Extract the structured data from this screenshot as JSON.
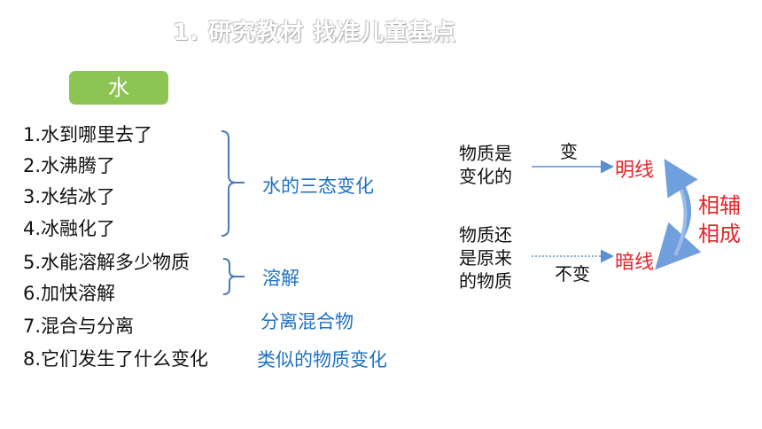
{
  "header": {
    "title": "1. 研究教材 找准儿童基点"
  },
  "topic": {
    "label": "水"
  },
  "lessons": [
    "1.水到哪里去了",
    "2.水沸腾了",
    "3.水结冰了",
    "4.冰融化了",
    "5.水能溶解多少物质",
    "6.加快溶解",
    "7.混合与分离",
    "8.它们发生了什么变化"
  ],
  "groups": {
    "states": "水的三态变化",
    "dissolve": "溶解",
    "separate": "分离混合物",
    "similar": "类似的物质变化"
  },
  "diagram": {
    "changed_line1": "物质是",
    "changed_line2": "变化的",
    "unchanged_line1": "物质还",
    "unchanged_line2": "是原来",
    "unchanged_line3": "的物质",
    "change_label": "变",
    "nochange_label": "不变",
    "explicit": "明线",
    "implicit": "暗线",
    "complement_line1": "相辅",
    "complement_line2": "相成"
  },
  "colors": {
    "accent_green": "#8dc554",
    "group_blue": "#1f72c4",
    "red": "#e6252a",
    "bracket": "#4a7ab5"
  }
}
